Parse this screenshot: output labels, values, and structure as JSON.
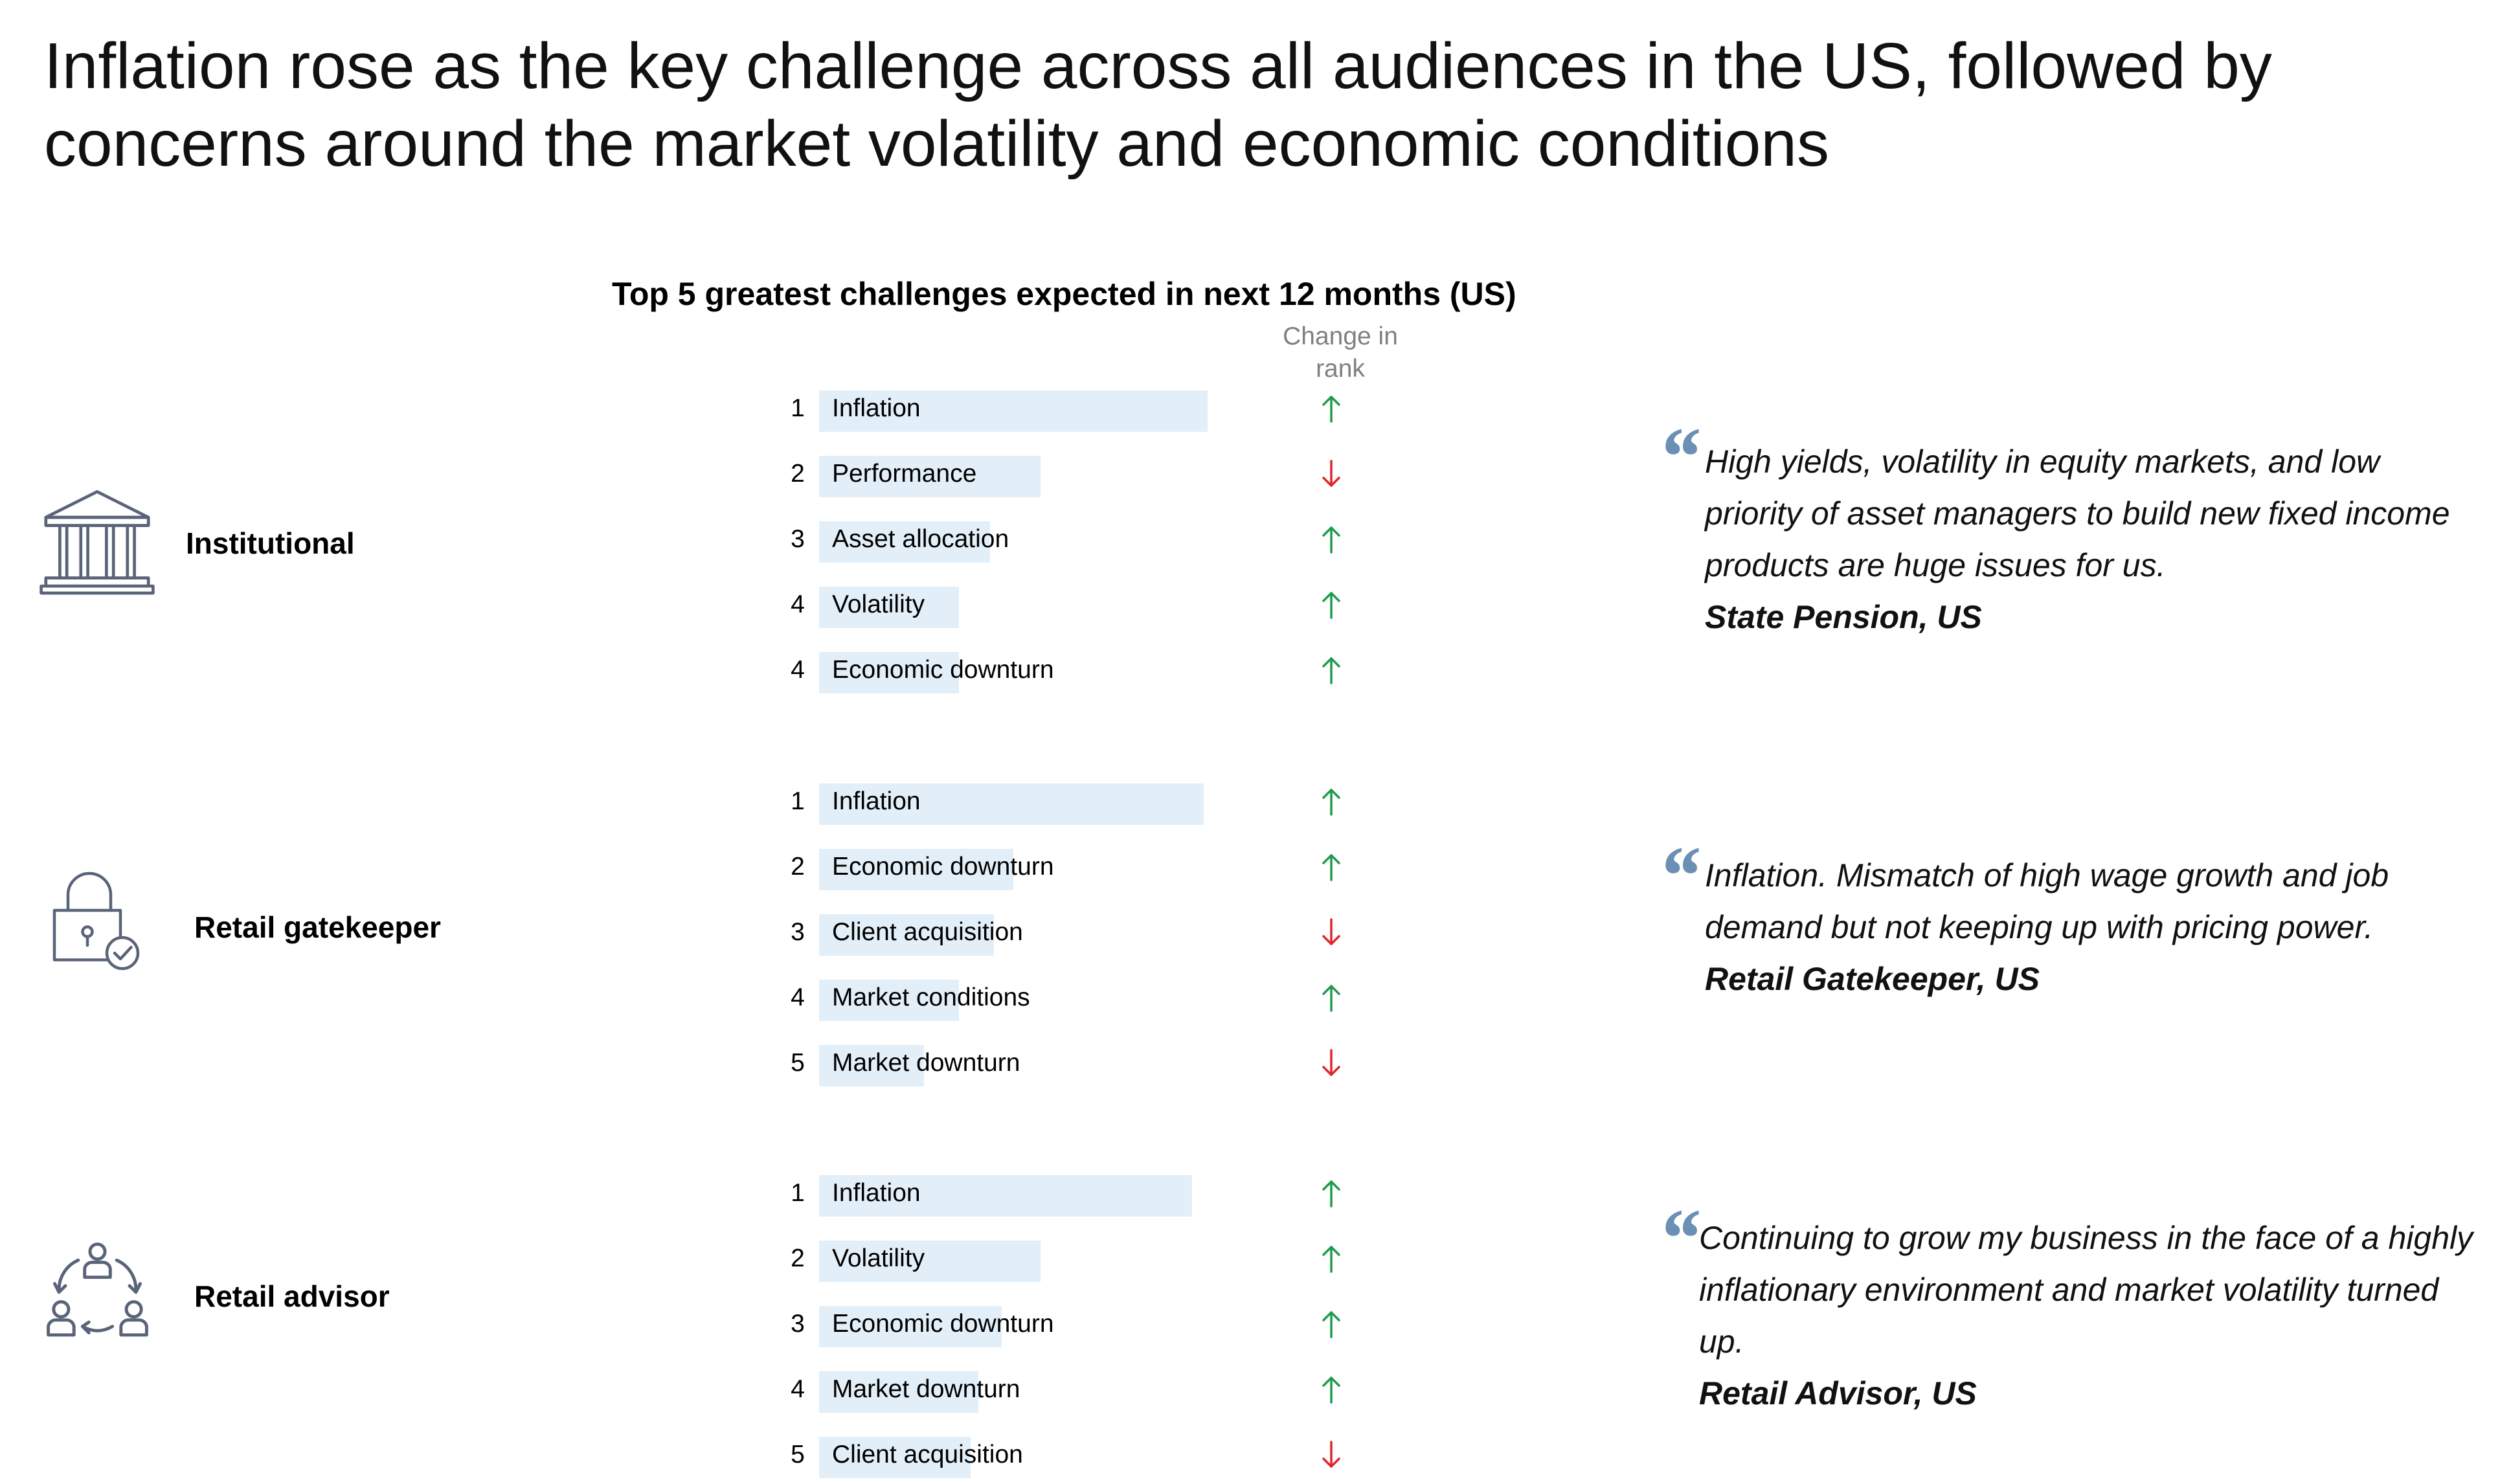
{
  "page_title": "Inflation rose as the key challenge across all audiences in the US, followed by concerns around the market volatility and economic conditions",
  "change_header": "Change in rank",
  "colors": {
    "bar": "#e3eff8",
    "up_arrow": "#1f9a4e",
    "down_arrow": "#e0242a",
    "quote_mark": "#6b8fb5",
    "icon_stroke": "#5a6478"
  },
  "chart_data": {
    "type": "bar",
    "title": "Top 5 greatest challenges expected in next 12 months (US)",
    "xlim": [
      0,
      1
    ],
    "groups": [
      {
        "name": "Institutional",
        "icon": "bank-icon",
        "rows": [
          {
            "rank": "1",
            "label": "Inflation",
            "value": 1.0,
            "change": "up"
          },
          {
            "rank": "2",
            "label": "Performance",
            "value": 0.57,
            "change": "down"
          },
          {
            "rank": "3",
            "label": "Asset allocation",
            "value": 0.44,
            "change": "up"
          },
          {
            "rank": "4",
            "label": "Volatility",
            "value": 0.36,
            "change": "up"
          },
          {
            "rank": "4",
            "label": "Economic downturn",
            "value": 0.36,
            "change": "up"
          }
        ]
      },
      {
        "name": "Retail gatekeeper",
        "icon": "padlock-check-icon",
        "rows": [
          {
            "rank": "1",
            "label": "Inflation",
            "value": 0.99,
            "change": "up"
          },
          {
            "rank": "2",
            "label": "Economic downturn",
            "value": 0.5,
            "change": "up"
          },
          {
            "rank": "3",
            "label": "Client acquisition",
            "value": 0.45,
            "change": "down"
          },
          {
            "rank": "4",
            "label": "Market conditions",
            "value": 0.36,
            "change": "up"
          },
          {
            "rank": "5",
            "label": "Market downturn",
            "value": 0.27,
            "change": "down"
          }
        ]
      },
      {
        "name": "Retail advisor",
        "icon": "advisor-network-icon",
        "rows": [
          {
            "rank": "1",
            "label": "Inflation",
            "value": 0.96,
            "change": "up"
          },
          {
            "rank": "2",
            "label": "Volatility",
            "value": 0.57,
            "change": "up"
          },
          {
            "rank": "3",
            "label": "Economic downturn",
            "value": 0.47,
            "change": "up"
          },
          {
            "rank": "4",
            "label": "Market downturn",
            "value": 0.41,
            "change": "up"
          },
          {
            "rank": "5",
            "label": "Client acquisition",
            "value": 0.39,
            "change": "down"
          }
        ]
      }
    ]
  },
  "quotes": [
    {
      "text": "High yields, volatility in equity markets, and low priority of asset managers to build new fixed income products are huge issues for us.",
      "source": "State Pension, US"
    },
    {
      "text": "Inflation. Mismatch of high wage growth and job demand but not keeping up with pricing power.",
      "source": "Retail Gatekeeper, US"
    },
    {
      "text": "Continuing to grow my business in the face of a highly inflationary environment and market volatility turned up.",
      "source": "Retail Advisor, US"
    }
  ]
}
